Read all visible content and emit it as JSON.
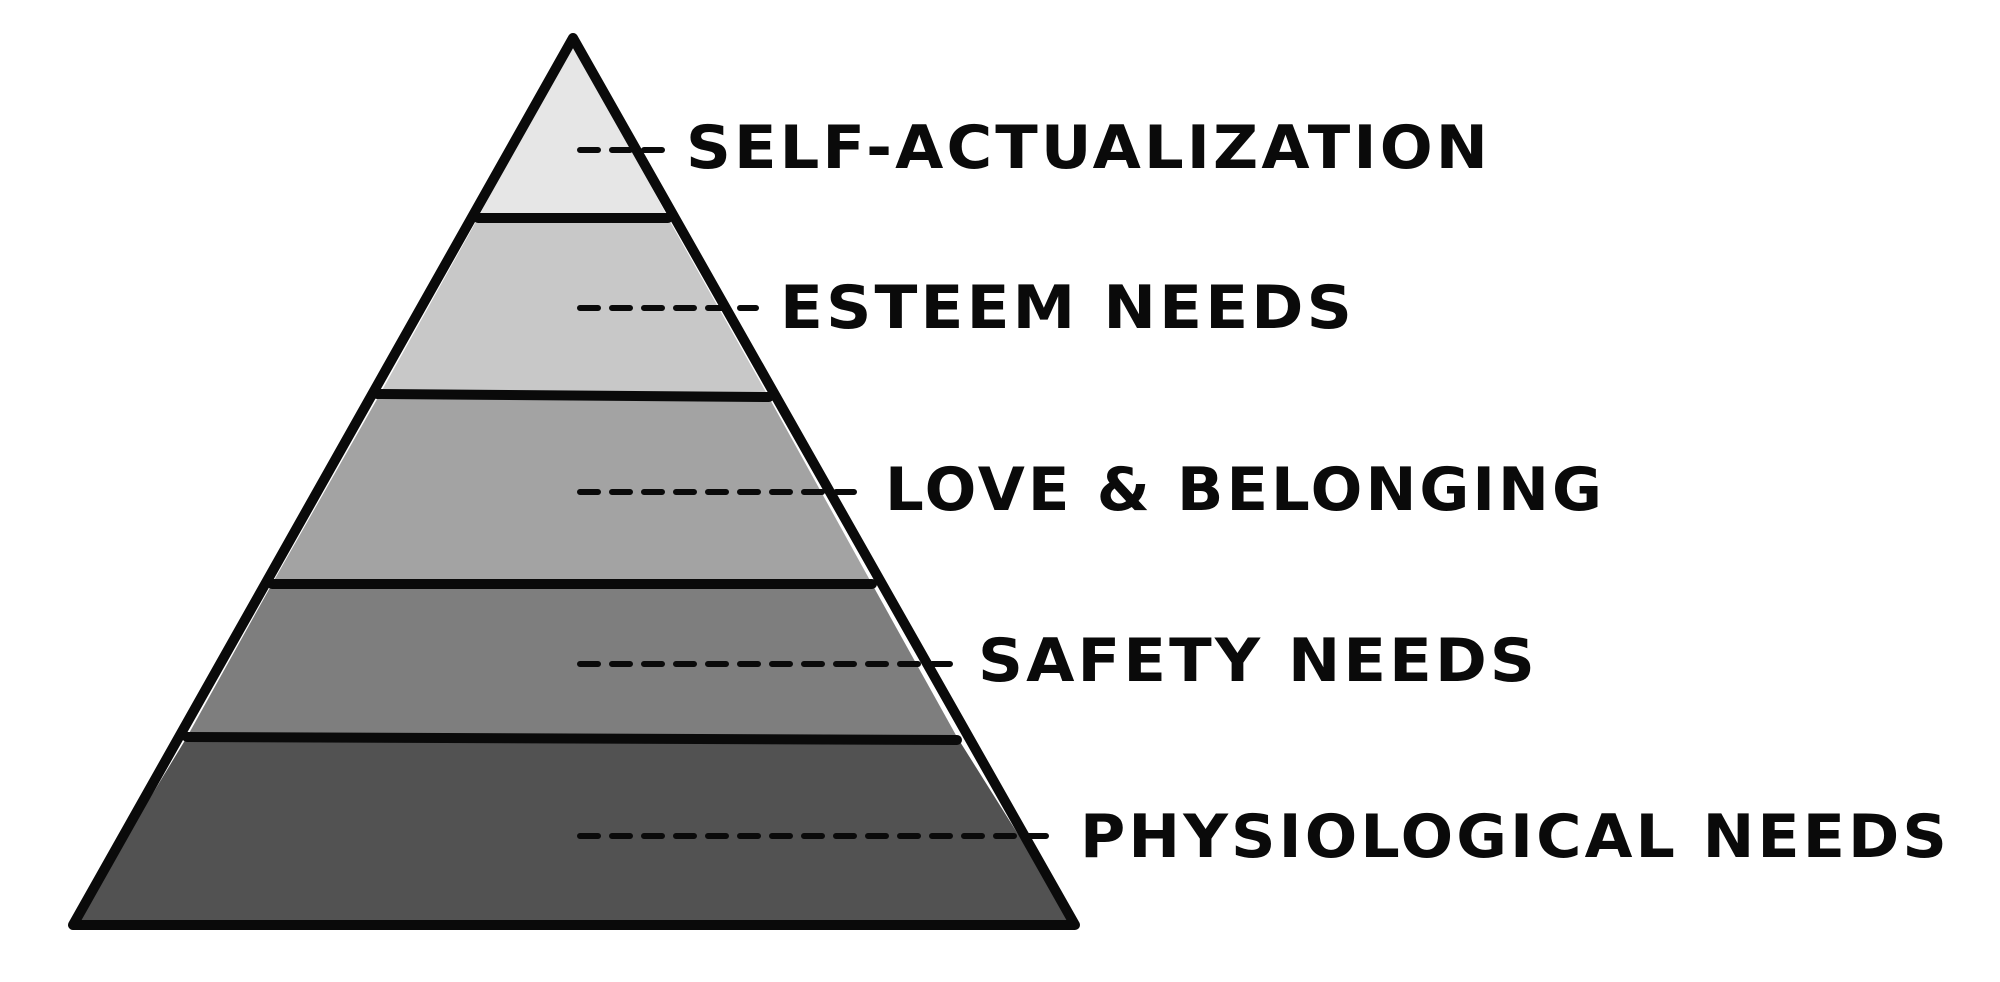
{
  "diagram": {
    "levels": [
      {
        "label": "SELF-ACTUALIZATION",
        "fill": "#e6e6e6"
      },
      {
        "label": "ESTEEM NEEDS",
        "fill": "#c8c8c8"
      },
      {
        "label": "LOVE & BELONGING",
        "fill": "#a3a3a3"
      },
      {
        "label": "SAFETY NEEDS",
        "fill": "#7e7e7e"
      },
      {
        "label": "PHYSIOLOGICAL NEEDS",
        "fill": "#525252"
      }
    ],
    "colors": {
      "outline": "#0a0a0a",
      "text": "#0a0a0a",
      "background": "#ffffff"
    }
  }
}
